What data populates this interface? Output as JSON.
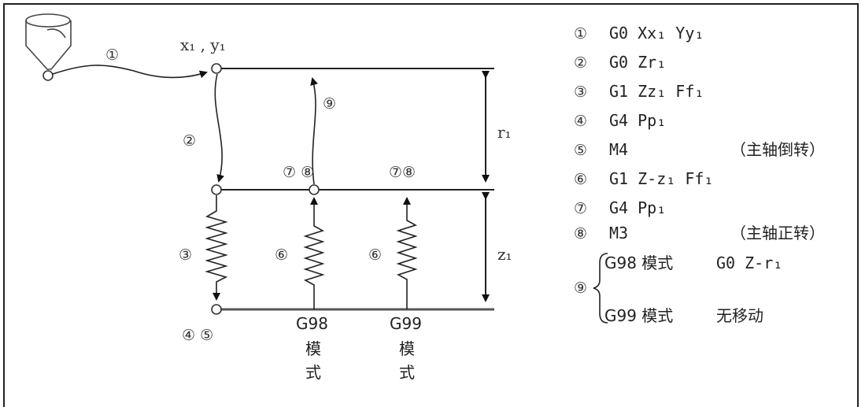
{
  "diagram": {
    "start_point_label": "x₁ , y₁",
    "r_label": "r₁",
    "z_label": "z₁",
    "step_markers": {
      "s1": "①",
      "s2": "②",
      "s3": "③",
      "s45": "④ ⑤",
      "s6a": "⑥",
      "s6b": "⑥",
      "s78a": "⑦ ⑧",
      "s78b": "⑦⑧",
      "s9": "⑨"
    },
    "mode_g98": {
      "code": "G98",
      "line1": "模",
      "line2": "式"
    },
    "mode_g99": {
      "code": "G99",
      "line1": "模",
      "line2": "式"
    }
  },
  "legend": [
    {
      "num": "①",
      "code": "G0  Xx₁  Yy₁",
      "note": ""
    },
    {
      "num": "②",
      "code": "G0  Zr₁",
      "note": ""
    },
    {
      "num": "③",
      "code": "G1  Zz₁  Ff₁",
      "note": ""
    },
    {
      "num": "④",
      "code": "G4  Pp₁",
      "note": ""
    },
    {
      "num": "⑤",
      "code": "M4",
      "note": "（主轴倒转）"
    },
    {
      "num": "⑥",
      "code": "G1  Z-z₁  Ff₁",
      "note": ""
    },
    {
      "num": "⑦",
      "code": "G4  Pp₁",
      "note": ""
    },
    {
      "num": "⑧",
      "code": "M3",
      "note": "（主轴正转）"
    }
  ],
  "legend_item9": {
    "num": "⑨",
    "g98_mode": "G98 模式",
    "g98_action": "G0  Z-r₁",
    "g99_mode": "G99 模式",
    "g99_action": "无移动"
  }
}
